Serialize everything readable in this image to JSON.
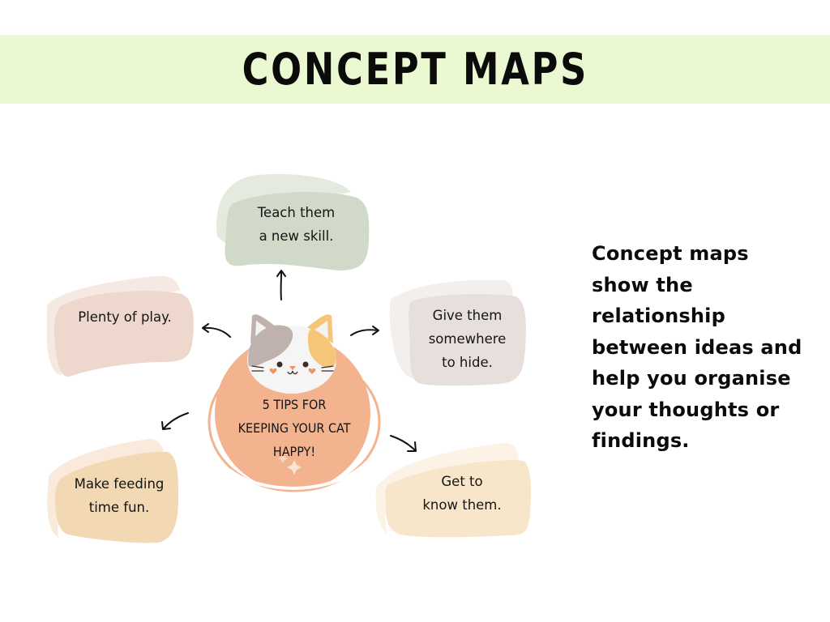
{
  "header": {
    "title": "CONCEPT MAPS",
    "background": "#ebf9d2"
  },
  "center": {
    "label_lines": [
      "5 TIPS FOR",
      "KEEPING YOUR CAT",
      "HAPPY!"
    ],
    "circle_color": "#f3b38f",
    "ring_color": "#f3b38f",
    "icon": "cat-face-icon",
    "decoration": "sparkle-icon"
  },
  "nodes": [
    {
      "id": "teach",
      "lines": [
        "Teach them",
        "a new skill."
      ],
      "color": "#d1dac8",
      "shadow": "#e5eadf"
    },
    {
      "id": "play",
      "lines": [
        "Plenty of play."
      ],
      "color": "#eed7cc",
      "shadow": "#f6e9e3"
    },
    {
      "id": "hide",
      "lines": [
        "Give them",
        "somewhere",
        "to hide."
      ],
      "color": "#e6dfdc",
      "shadow": "#f2efed"
    },
    {
      "id": "feeding",
      "lines": [
        "Make feeding",
        "time fun."
      ],
      "color": "#f2d8b3",
      "shadow": "#f9eadb"
    },
    {
      "id": "know",
      "lines": [
        "Get to",
        "know them."
      ],
      "color": "#f8e6cb",
      "shadow": "#fcf2e6"
    }
  ],
  "description": {
    "lines": [
      "Concept maps",
      "show the",
      "relationship",
      "between ideas and",
      "help you organise",
      "your thoughts or",
      "findings."
    ]
  }
}
